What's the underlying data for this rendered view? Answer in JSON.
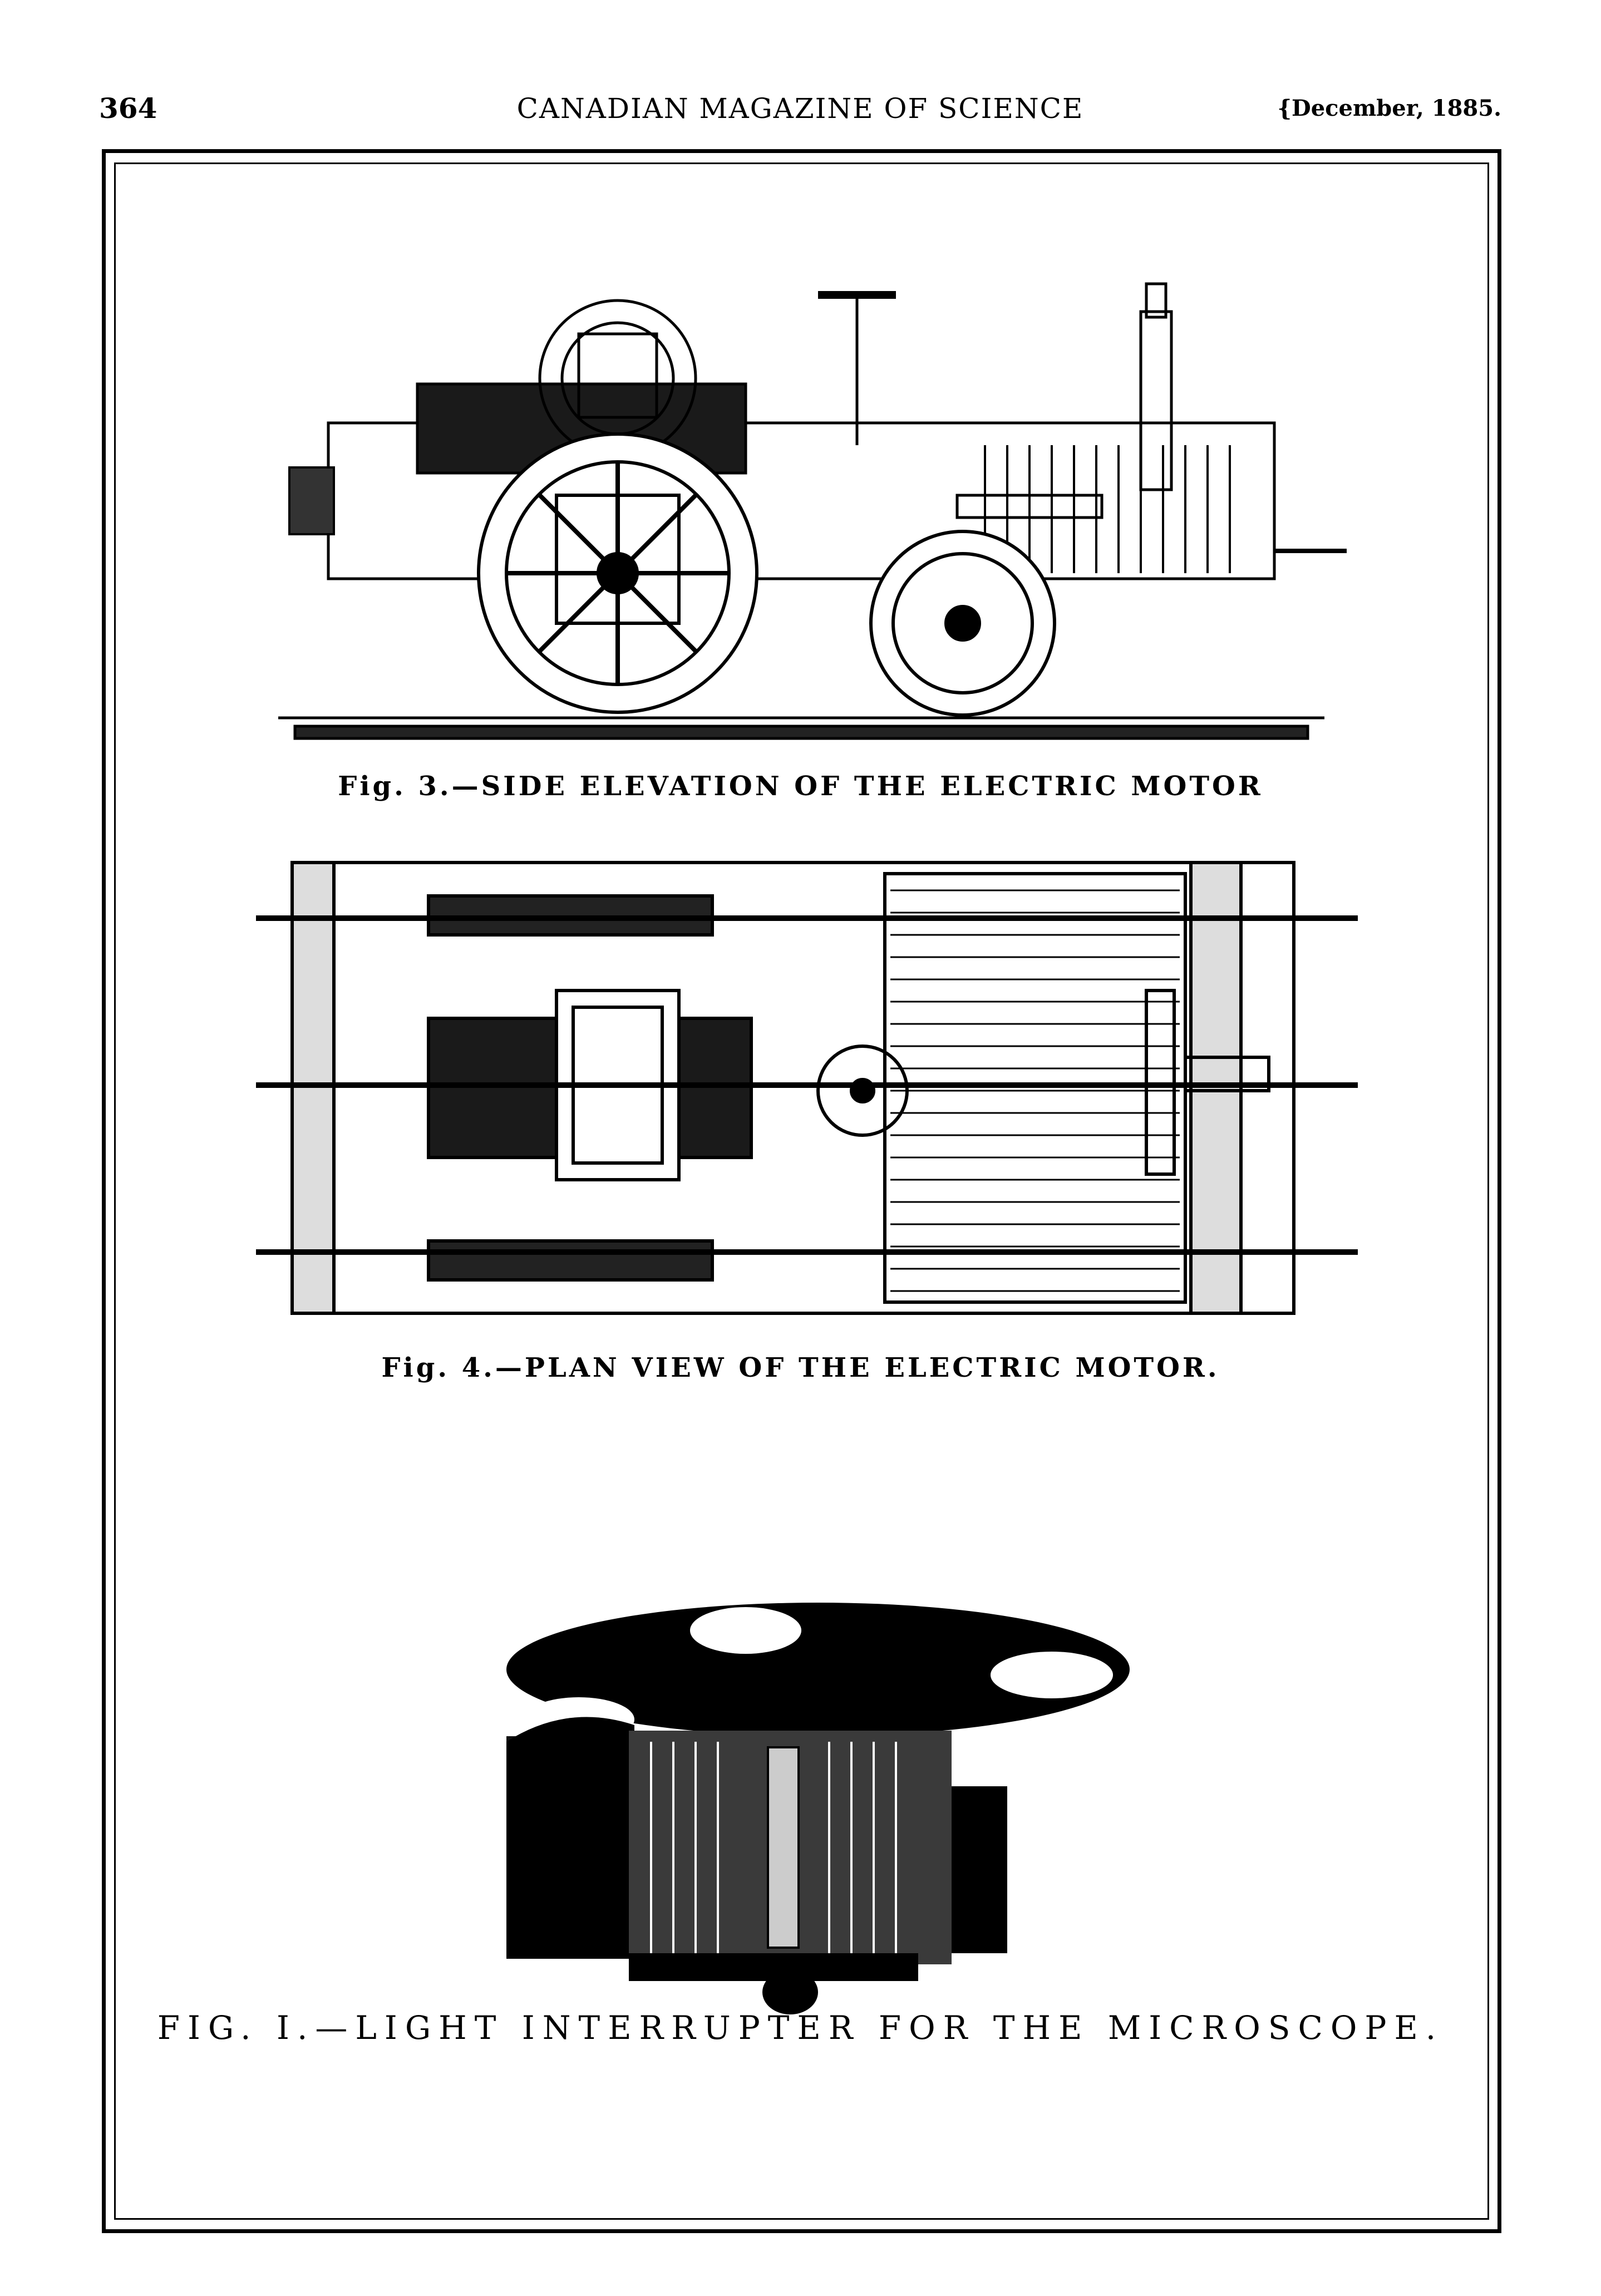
{
  "header": {
    "page_number": "364",
    "journal_title": "CANADIAN MAGAZINE OF SCIENCE",
    "date": "{December, 1885."
  },
  "figures": {
    "fig3_caption": "Fig. 3.—SIDE ELEVATION OF THE ELECTRIC MOTOR",
    "fig4_caption": "Fig. 4.—PLAN VIEW OF THE ELECTRIC MOTOR.",
    "fig1_caption": "FIG. I.—LIGHT INTERRUPTER FOR THE MICROSCOPE."
  }
}
